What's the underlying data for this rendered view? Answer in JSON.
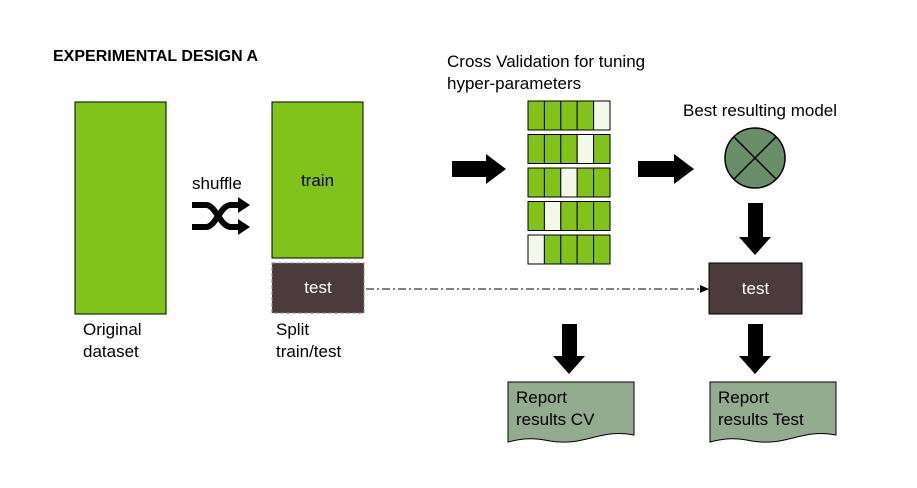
{
  "title": "EXPERIMENTAL DESIGN A",
  "original": {
    "label_line1": "Original",
    "label_line2": "dataset"
  },
  "shuffle": {
    "label": "shuffle"
  },
  "split": {
    "train_label": "train",
    "test_label": "test",
    "label_line1": "Split",
    "label_line2": "train/test"
  },
  "cv": {
    "label_line1": "Cross Validation for tuning",
    "label_line2": "hyper-parameters",
    "folds": [
      {
        "columns": 5,
        "held_out_index": 4
      },
      {
        "columns": 5,
        "held_out_index": 3
      },
      {
        "columns": 5,
        "held_out_index": 2
      },
      {
        "columns": 5,
        "held_out_index": 1
      },
      {
        "columns": 5,
        "held_out_index": 0
      }
    ]
  },
  "best_model": {
    "label": "Best resulting model"
  },
  "final_test": {
    "label": "test"
  },
  "report_cv": {
    "line1": "Report",
    "line2": "results CV"
  },
  "report_test": {
    "line1": "Report",
    "line2": "results Test"
  },
  "colors": {
    "green": "#82c31a",
    "held_out": "#f3f8ea",
    "test_box": "#4b3b3d",
    "model_circle": "#6a8e6a",
    "report_box": "#93ab8f",
    "arrow": "#000000"
  }
}
